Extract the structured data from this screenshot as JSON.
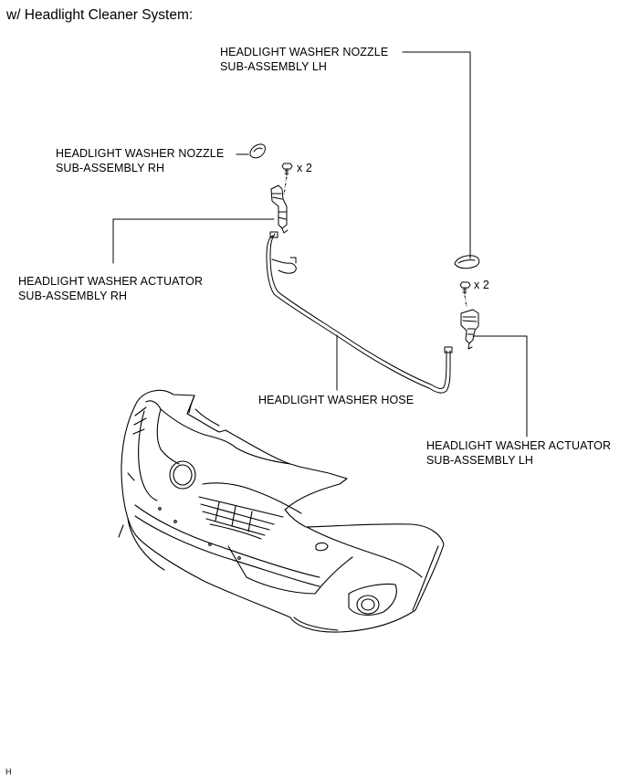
{
  "title": "w/ Headlight Cleaner System:",
  "figure_id": "H",
  "labels": {
    "nozzle_lh": [
      "HEADLIGHT WASHER NOZZLE",
      "SUB-ASSEMBLY LH"
    ],
    "nozzle_rh": [
      "HEADLIGHT WASHER NOZZLE",
      "SUB-ASSEMBLY RH"
    ],
    "actuator_rh": [
      "HEADLIGHT WASHER ACTUATOR",
      "SUB-ASSEMBLY RH"
    ],
    "actuator_lh": [
      "HEADLIGHT WASHER ACTUATOR",
      "SUB-ASSEMBLY LH"
    ],
    "hose": "HEADLIGHT WASHER HOSE",
    "bolt_qty_rh": "x 2",
    "bolt_qty_lh": "x 2"
  }
}
